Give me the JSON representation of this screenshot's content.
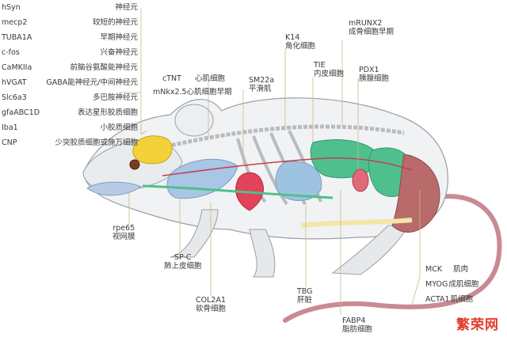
{
  "left_markers": [
    {
      "gene": "hSyn",
      "cell": "神经元"
    },
    {
      "gene": "mecp2",
      "cell": "较短的神经元"
    },
    {
      "gene": "TUBA1A",
      "cell": "早期神经元"
    },
    {
      "gene": "c-fos",
      "cell": "兴奋神经元"
    },
    {
      "gene": "CaMKIIa",
      "cell": "前脑谷氨酸能神经元"
    },
    {
      "gene": "hVGAT",
      "cell": "GABA能神经元/中间神经元"
    },
    {
      "gene": "Slc6a3",
      "cell": "多巴胺神经元"
    },
    {
      "gene": "gfaABC1D",
      "cell": "表达星形胶质细胞"
    },
    {
      "gene": "Iba1",
      "cell": "小胶质细胞"
    },
    {
      "gene": "CNP",
      "cell": "少突胶质细胞或施万细胞"
    }
  ],
  "top_markers": {
    "ctnt": {
      "gene": "cTNT",
      "cell": "心肌细胞"
    },
    "mnkx": {
      "gene": "mNkx2.5",
      "cell": "心肌细胞早期"
    },
    "sm22a": {
      "gene": "SM22a",
      "cell": "平滑肌"
    },
    "k14": {
      "gene": "K14",
      "cell": "角化细胞"
    },
    "tie": {
      "gene": "TIE",
      "cell": "内皮细胞"
    },
    "mrunx2": {
      "gene": "mRUNX2",
      "cell": "成骨细胞早期"
    },
    "pdx1": {
      "gene": "PDX1",
      "cell": "胰腺细胞"
    }
  },
  "bottom_markers": {
    "rpe65": {
      "gene": "rpe65",
      "cell": "视网膜"
    },
    "spc": {
      "gene": "SP-C",
      "cell": "肺上皮细胞"
    },
    "col2a1": {
      "gene": "COL2A1",
      "cell": "软骨细胞"
    },
    "tbg": {
      "gene": "TBG",
      "cell": "肝脏"
    },
    "fabp4": {
      "gene": "FABP4",
      "cell": "脂肪细胞"
    }
  },
  "right_markers": [
    {
      "gene": "MCK",
      "cell": "肌肉"
    },
    {
      "gene": "MYOG",
      "cell": "成肌细胞"
    },
    {
      "gene": "ACTA1",
      "cell": "肌细胞"
    }
  ],
  "watermark": "繁荣网",
  "colors": {
    "brain": "#f2d13a",
    "heart": "#e0435a",
    "lung": "#a9c6e6",
    "liver": "#4fc08d",
    "muscle": "#b96a6a",
    "bone": "#f3f3f3",
    "tail": "#c98a93",
    "leader": "#c9b98a"
  }
}
